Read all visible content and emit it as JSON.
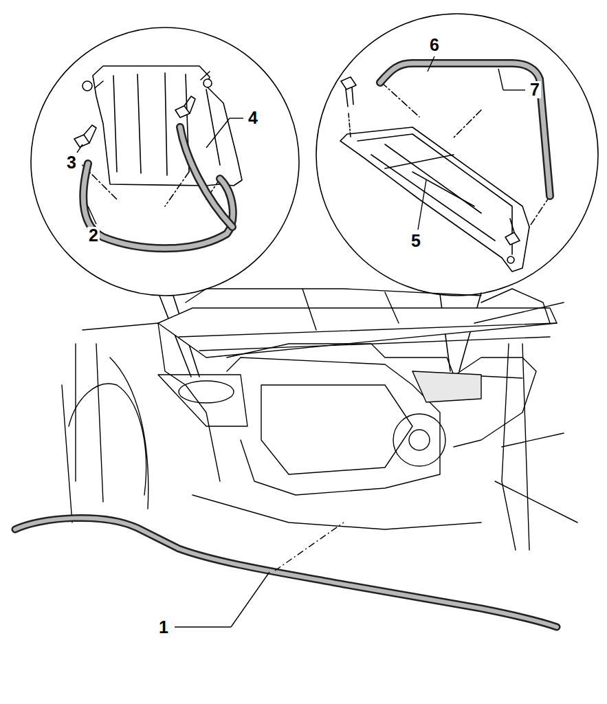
{
  "diagram": {
    "labels": [
      "6",
      "7",
      "4",
      "3",
      "2",
      "5",
      "1"
    ]
  }
}
